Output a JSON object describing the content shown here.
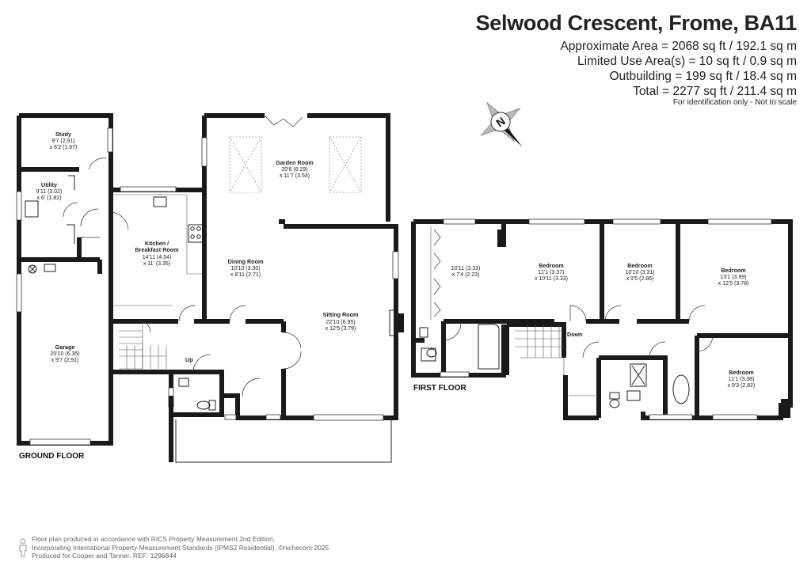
{
  "header": {
    "title": "Selwood Crescent, Frome, BA11",
    "areas": [
      "Approximate Area = 2068 sq ft / 192.1 sq m",
      "Limited Use Area(s) = 10 sq ft / 0.9 sq m",
      "Outbuilding = 199 sq ft / 18.4 sq m",
      "Total = 2277 sq ft / 211.4 sq m"
    ],
    "note": "For identification only - Not to scale"
  },
  "compass": {
    "letter": "N"
  },
  "floors": {
    "ground": "GROUND FLOOR",
    "first": "FIRST FLOOR"
  },
  "stairs": {
    "up": "Up",
    "down": "Down"
  },
  "rooms": {
    "study": {
      "name": "Study",
      "dims": [
        "9'7 (2.91)",
        "x 6'2 (1.87)"
      ]
    },
    "utility": {
      "name": "Utility",
      "dims": [
        "9'11 (3.02)",
        "x 6' (1.82)"
      ]
    },
    "garage": {
      "name": "Garage",
      "dims": [
        "20'10 (6.35)",
        "x 9'7 (2.91)"
      ]
    },
    "kitchen": {
      "name": [
        "Kitchen /",
        "Breakfast Room"
      ],
      "dims": [
        "14'11 (4.54)",
        "x 11' (3.35)"
      ]
    },
    "garden": {
      "name": "Garden Room",
      "dims": [
        "20'8 (6.29)",
        "x 11'7 (3.54)"
      ]
    },
    "dining": {
      "name": "Dining Room",
      "dims": [
        "10'10 (3.30)",
        "x 8'11 (2.71)"
      ]
    },
    "sitting": {
      "name": "Sitting Room",
      "dims": [
        "22'10 (6.95)",
        "x 12'5 (3.79)"
      ]
    },
    "bed1": {
      "name": "Bedroom",
      "dims": [
        "11'1 (3.37)",
        "x 10'11 (3.33)"
      ]
    },
    "bed1_dressing": {
      "dims": [
        "10'11 (3.33)",
        "x 7'4 (2.23)"
      ]
    },
    "bed2": {
      "name": "Bedroom",
      "dims": [
        "10'10 (3.31)",
        "x 9'5 (2.86)"
      ]
    },
    "bed3": {
      "name": "Bedroom",
      "dims": [
        "13'1 (3.99)",
        "x 12'5 (3.78)"
      ]
    },
    "bed4": {
      "name": "Bedroom",
      "dims": [
        "11'1 (3.38)",
        "x 9'3 (2.82)"
      ]
    }
  },
  "footer": {
    "lines": [
      "Floor plan produced in accordance with RICS Property Measurement 2nd Edition,",
      "Incorporating International Property Measurement Standards (IPMS2 Residential).  ©nichecom 2025.",
      "Produced for Cooper and Tanner.   REF: 1296844"
    ]
  }
}
